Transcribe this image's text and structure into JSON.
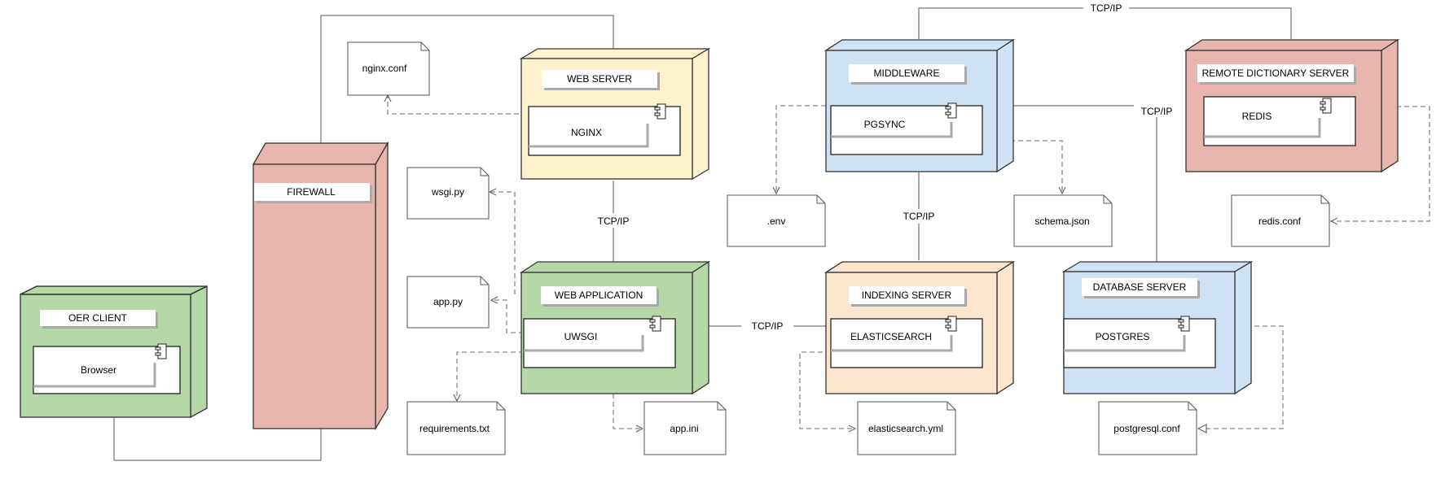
{
  "nodes": {
    "oer_client": {
      "title": "OER CLIENT",
      "component": "Browser",
      "color": "#b5d9a6"
    },
    "firewall": {
      "title": "FIREWALL",
      "color": "#e8b4ae"
    },
    "web_server": {
      "title": "WEB SERVER",
      "component": "NGINX",
      "color": "#fff2cc"
    },
    "web_application": {
      "title": "WEB APPLICATION",
      "component": "UWSGI",
      "color": "#b5d9a6"
    },
    "middleware": {
      "title": "MIDDLEWARE",
      "component": "PGSYNC",
      "color": "#cfe2f3"
    },
    "indexing_server": {
      "title": "INDEXING SERVER",
      "component": "ELASTICSEARCH",
      "color": "#fce5cd"
    },
    "database_server": {
      "title": "DATABASE SERVER",
      "component": "POSTGRES",
      "color": "#cfe2f3"
    },
    "remote_dictionary_server": {
      "title": "REMOTE DICTIONARY  SERVER",
      "component": "REDIS",
      "color": "#e8b4ae"
    }
  },
  "files": {
    "nginx_conf": "nginx.conf",
    "wsgi_py": "wsgi.py",
    "app_py": "app.py",
    "requirements_txt": "requirements.txt",
    "app_ini": "app.ini",
    "env": ".env",
    "schema_json": "schema.json",
    "elasticsearch_yml": "elasticsearch.yml",
    "redis_conf": "redis.conf",
    "postgresql_conf": "postgresql.conf"
  },
  "connections": {
    "web_server_app": "TCP/IP",
    "app_indexing": "TCP/IP",
    "middleware_indexing": "TCP/IP",
    "middleware_database": "TCP/IP",
    "middleware_redis": "TCP/IP"
  }
}
